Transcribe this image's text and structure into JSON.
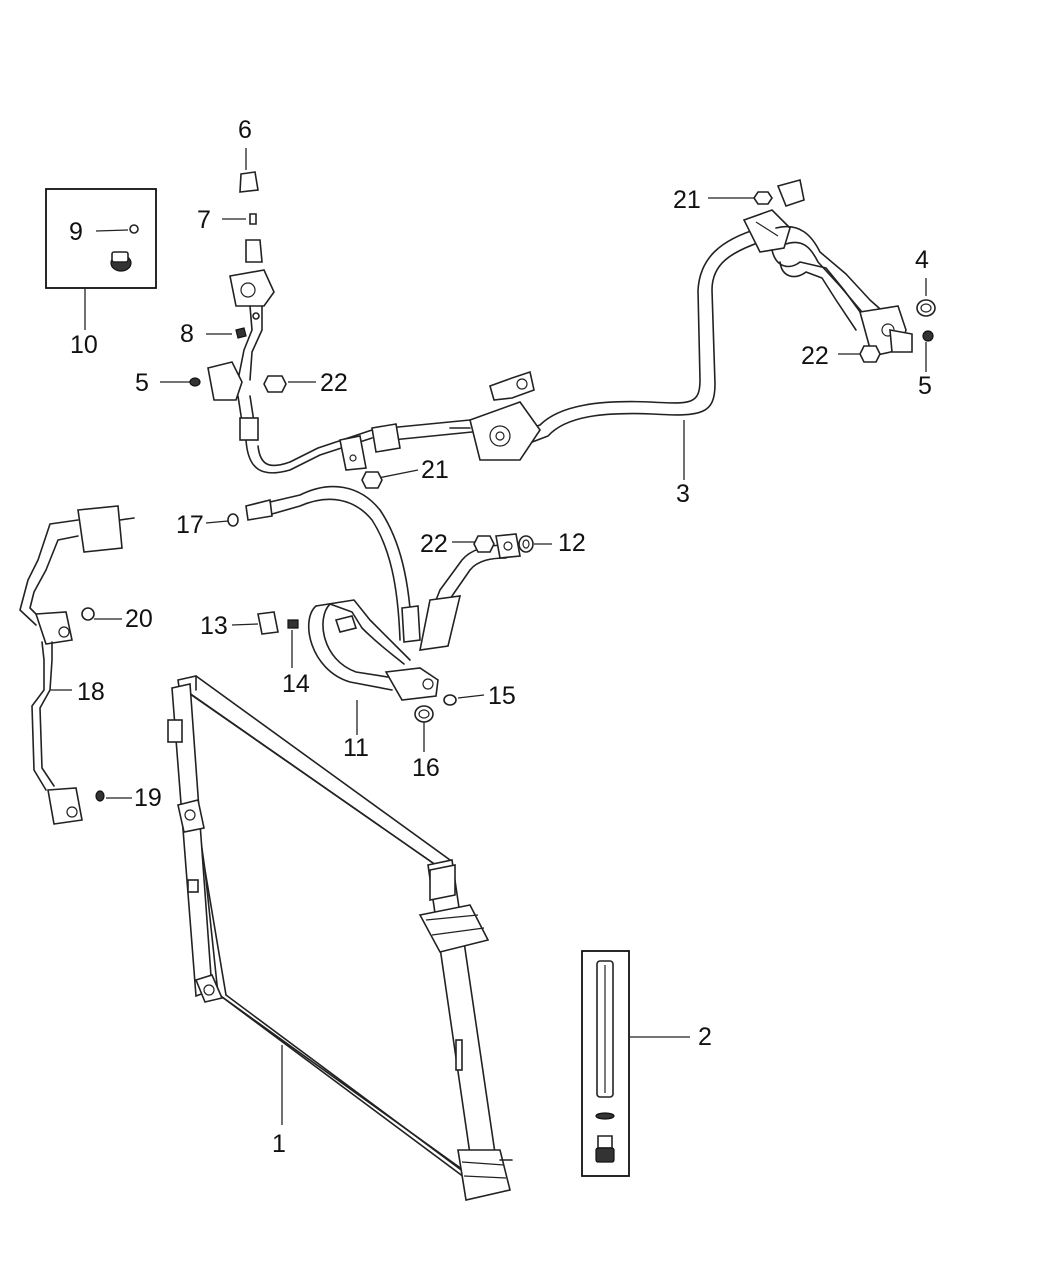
{
  "diagram": {
    "callouts": {
      "c1": "1",
      "c2": "2",
      "c3": "3",
      "c4": "4",
      "c5a": "5",
      "c5b": "5",
      "c6": "6",
      "c7": "7",
      "c8": "8",
      "c9": "9",
      "c10": "10",
      "c11": "11",
      "c12": "12",
      "c13": "13",
      "c14": "14",
      "c15": "15",
      "c16": "16",
      "c17": "17",
      "c18": "18",
      "c19": "19",
      "c20": "20",
      "c21a": "21",
      "c21b": "21",
      "c22a": "22",
      "c22b": "22",
      "c22c": "22"
    }
  }
}
